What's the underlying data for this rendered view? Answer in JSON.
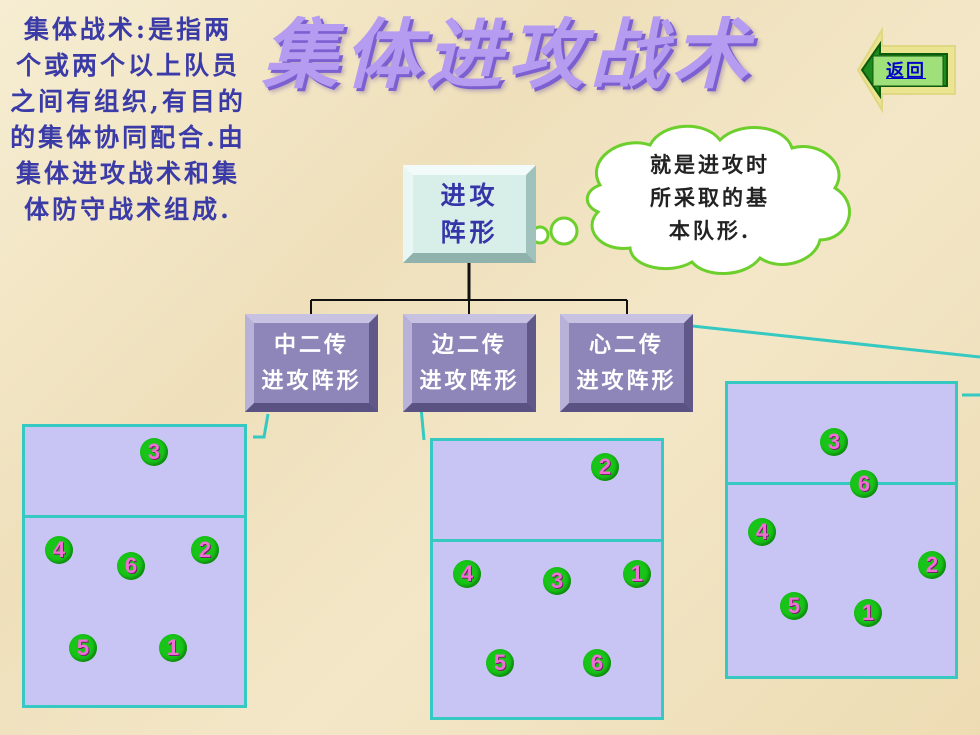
{
  "definition": "集体战术:是指两个或两个以上队员之间有组织,有目的的集体协同配合.由集体进攻战术和集体防守战术组成.",
  "title": "集体进攻战术",
  "back_button": {
    "label": "返回"
  },
  "formation": {
    "line1": "进攻",
    "line2": "阵形"
  },
  "cloud": {
    "line1": "就是进攻时",
    "line2": "所采取的基",
    "line3": "本队形."
  },
  "systems": [
    {
      "line1": "中二传",
      "line2": "进攻阵形"
    },
    {
      "line1": "边二传",
      "line2": "进攻阵形"
    },
    {
      "line1": "心二传",
      "line2": "进攻阵形"
    }
  ],
  "courts": [
    {
      "players": [
        "3",
        "4",
        "6",
        "2",
        "5",
        "1"
      ]
    },
    {
      "players": [
        "2",
        "4",
        "3",
        "1",
        "5",
        "6"
      ]
    },
    {
      "players": [
        "3",
        "6",
        "4",
        "2",
        "5",
        "1"
      ]
    }
  ],
  "colors": {
    "title": "#b59cf0",
    "text": "#3b3ba8",
    "court_fill": "#c8c5f5",
    "court_line": "#35c9c2",
    "player": "#18c418",
    "player_number": "#f06fd6"
  }
}
